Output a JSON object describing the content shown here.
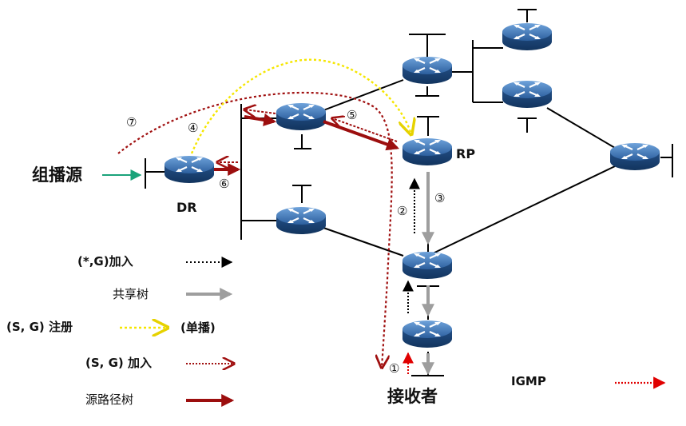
{
  "labels": {
    "source": "组播源",
    "dr": "DR",
    "rp": "RP",
    "receiver": "接收者"
  },
  "steps": [
    "①",
    "②",
    "③",
    "④",
    "⑤",
    "⑥",
    "⑦"
  ],
  "legend": {
    "star_g_join": "(*,G)加入",
    "shared_tree": "共享树",
    "sg_register": "(S, G) 注册",
    "unicast": "(单播)",
    "sg_join": "(S, G) 加入",
    "spt": "源路径树",
    "igmp": "IGMP"
  },
  "colors": {
    "router_dark": "#1b4b86",
    "router_light": "#4f86c6",
    "link": "#000000",
    "shared_tree": "#9e9e9e",
    "spt": "#9c0e0e",
    "sg_join": "#a01010",
    "register": "#ffee00",
    "igmp": "#e00000",
    "source_arrow": "#1aa37a"
  }
}
